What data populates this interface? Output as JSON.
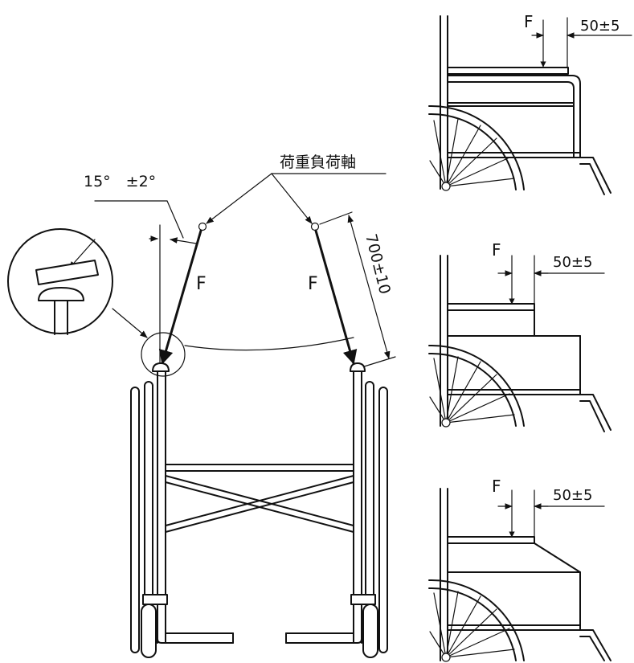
{
  "labels": {
    "load_axis": "荷重負荷軸",
    "angle": "15°　±2°",
    "length": "700±10",
    "force_left": "F",
    "force_right": "F",
    "detail_top_force": "F",
    "detail_top_offset": "50±5",
    "detail_mid_force": "F",
    "detail_mid_offset": "50±5",
    "detail_bot_force": "F",
    "detail_bot_offset": "50±5"
  },
  "colors": {
    "line": "#111111",
    "background": "#ffffff"
  }
}
